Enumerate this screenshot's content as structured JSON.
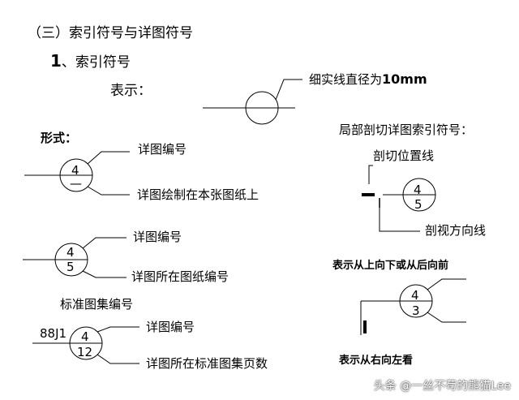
{
  "section_title": "（三）索引符号与详图符号",
  "subsection": {
    "number": "1",
    "separator": "、",
    "title": "索引符号"
  },
  "labels": {
    "biaoshi": "表示：",
    "xishixian_prefix": "细实线直径为",
    "xishixian_value": "10mm",
    "xingshi": "形式：",
    "detail_no_1": "详图编号",
    "drawn_on_same_sheet": "详图绘制在本张图纸上",
    "detail_no_2": "详图编号",
    "sheet_no": "详图所在图纸编号",
    "std_atlas_no": "标准图集编号",
    "detail_no_3": "详图编号",
    "std_atlas_page": "详图所在标准图集页数",
    "section_index_title": "局部剖切详图索引符号：",
    "cut_position_line": "剖切位置线",
    "view_direction_line": "剖视方向线",
    "top_down_note": "表示从上向下或从后向前",
    "right_left_note": "表示从右向左看"
  },
  "symbols": {
    "s1": {
      "top": "4",
      "bottom": "—"
    },
    "s2": {
      "top": "4",
      "bottom": "5"
    },
    "s3": {
      "prefix": "88J1",
      "top": "4",
      "bottom": "12"
    },
    "s4": {
      "top": "4",
      "bottom": "5"
    },
    "s5": {
      "top": "4",
      "bottom": "3"
    }
  },
  "watermark": "头条 @一丝不苟的熊猫Lee"
}
